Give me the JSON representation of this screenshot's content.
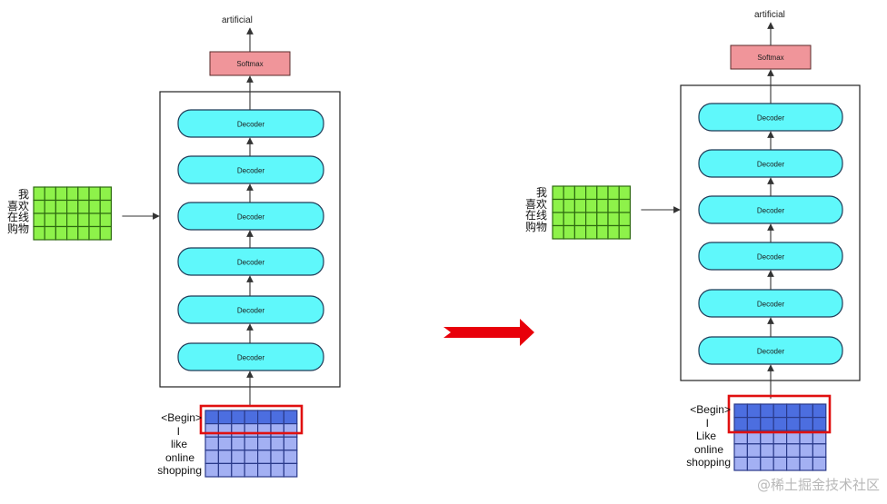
{
  "panels": [
    {
      "output_label": "artificial",
      "softmax_label": "Softmax",
      "decoders": [
        "Decoder",
        "Decoder",
        "Decoder",
        "Decoder",
        "Decoder",
        "Decoder"
      ],
      "source_words": [
        "我",
        "喜欢",
        "在线",
        "购物"
      ],
      "target_tokens": [
        "<Begin>",
        "I",
        "like",
        "online",
        "shopping"
      ]
    },
    {
      "output_label": "artificial",
      "softmax_label": "Softmax",
      "decoders": [
        "Decoder",
        "Decoder",
        "Decoder",
        "Decoder",
        "Decoder",
        "Decoder"
      ],
      "source_words": [
        "我",
        "喜欢",
        "在线",
        "购物"
      ],
      "target_tokens": [
        "<Begin>",
        "I",
        "Like",
        "online",
        "shopping"
      ]
    }
  ],
  "watermark": "@稀土掘金技术社区",
  "colors": {
    "decoder_fill": "#5ff8fb",
    "softmax_fill": "#f0959a",
    "source_grid": "#8ef24a",
    "target_dark": "#4c6ee0",
    "target_light": "#a3b0f3",
    "highlight": "#e01010",
    "arrow": "#e8000a"
  }
}
